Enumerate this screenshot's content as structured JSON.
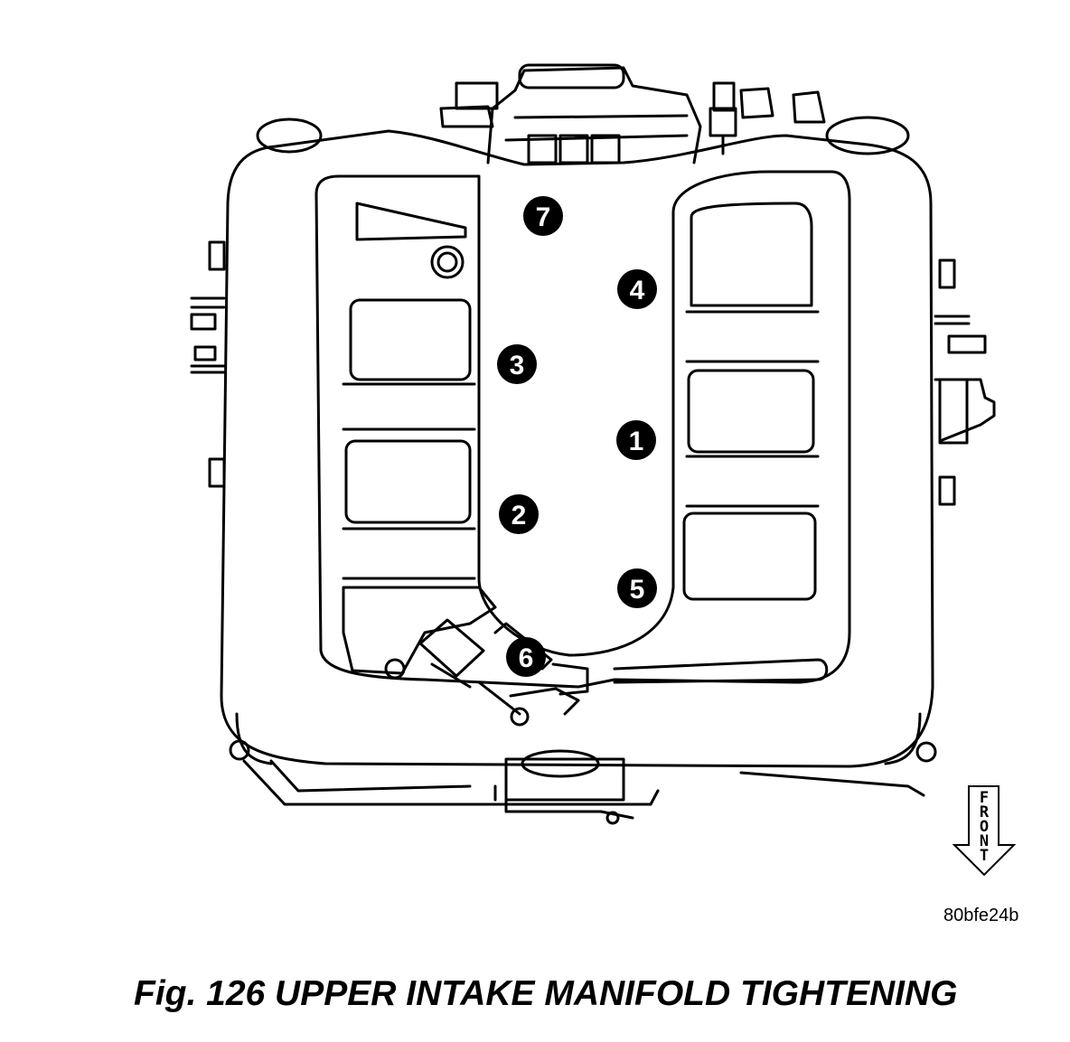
{
  "figure": {
    "caption": "Fig. 126 UPPER INTAKE MANIFOLD TIGHTENING",
    "reference_code": "80bfe24b",
    "front_label": [
      "F",
      "R",
      "O",
      "N",
      "T"
    ]
  },
  "tightening_sequence": [
    {
      "number": "1",
      "name": "bolt-1"
    },
    {
      "number": "2",
      "name": "bolt-2"
    },
    {
      "number": "3",
      "name": "bolt-3"
    },
    {
      "number": "4",
      "name": "bolt-4"
    },
    {
      "number": "5",
      "name": "bolt-5"
    },
    {
      "number": "6",
      "name": "bolt-6"
    },
    {
      "number": "7",
      "name": "bolt-7"
    }
  ],
  "colors": {
    "line": "#000000",
    "background": "#ffffff",
    "badge_fill": "#000000",
    "badge_text": "#ffffff"
  }
}
